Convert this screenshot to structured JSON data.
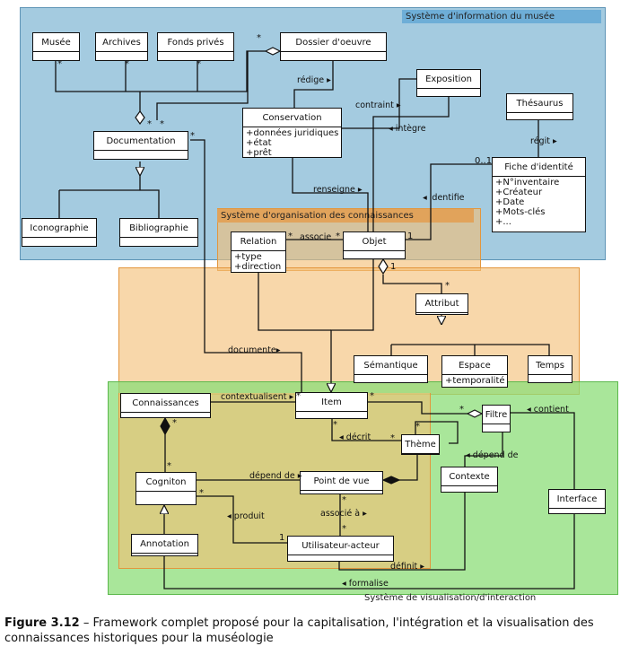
{
  "zones": {
    "info": "Système d'information du musée",
    "knowledge": "Système d'organisation des connaissances",
    "visual": "Système de visualisation/d'interaction"
  },
  "classes": {
    "musee": {
      "name": "Musée"
    },
    "archives": {
      "name": "Archives"
    },
    "fonds": {
      "name": "Fonds privés"
    },
    "dossier": {
      "name": "Dossier d'oeuvre"
    },
    "documentation": {
      "name": "Documentation"
    },
    "conservation": {
      "name": "Conservation",
      "attrs": [
        "+données juridiques",
        "+état",
        "+prêt"
      ]
    },
    "exposition": {
      "name": "Exposition"
    },
    "thesaurus": {
      "name": "Thésaurus"
    },
    "fiche": {
      "name": "Fiche d'identité",
      "attrs": [
        "+N°inventaire",
        "+Créateur",
        "+Date",
        "+Mots-clés",
        "+..."
      ]
    },
    "iconographie": {
      "name": "Iconographie"
    },
    "bibliographie": {
      "name": "Bibliographie"
    },
    "relation": {
      "name": "Relation",
      "attrs": [
        "+type",
        "+direction"
      ]
    },
    "objet": {
      "name": "Objet"
    },
    "attribut": {
      "name": "Attribut"
    },
    "semantique": {
      "name": "Sémantique"
    },
    "espace": {
      "name": "Espace",
      "attrs": [
        "+temporalité"
      ]
    },
    "temps": {
      "name": "Temps"
    },
    "connaissances": {
      "name": "Connaissances"
    },
    "item": {
      "name": "Item"
    },
    "filtre": {
      "name": "Filtre"
    },
    "theme": {
      "name": "Thème"
    },
    "cogniton": {
      "name": "Cogniton"
    },
    "pointdevue": {
      "name": "Point de vue"
    },
    "contexte": {
      "name": "Contexte"
    },
    "interface": {
      "name": "Interface"
    },
    "annotation": {
      "name": "Annotation"
    },
    "utilisateur": {
      "name": "Utilisateur-acteur"
    }
  },
  "associations": {
    "redige": "rédige",
    "contraint": "contraint",
    "integre": "intègre",
    "regit": "régit",
    "renseigne": "renseigne",
    "identifie": "identifie",
    "associe": "associe",
    "documente": "documente",
    "contextualisent": "contextualisent",
    "contient": "contient",
    "decrit": "décrit",
    "depend_de_cogniton": "dépend de",
    "depend_de_contexte": "dépend de",
    "produit": "produit",
    "associe_a": "associé à",
    "definit": "définit",
    "formalise": "formalise"
  },
  "multiplicities": {
    "star": "*",
    "one": "1",
    "zero_one": "0..1"
  },
  "caption": {
    "number": "Figure 3.12",
    "dash": " – ",
    "text": "Framework complet proposé pour la capitalisation, l'intégration et la visualisation des connaissances historiques pour la muséologie"
  }
}
